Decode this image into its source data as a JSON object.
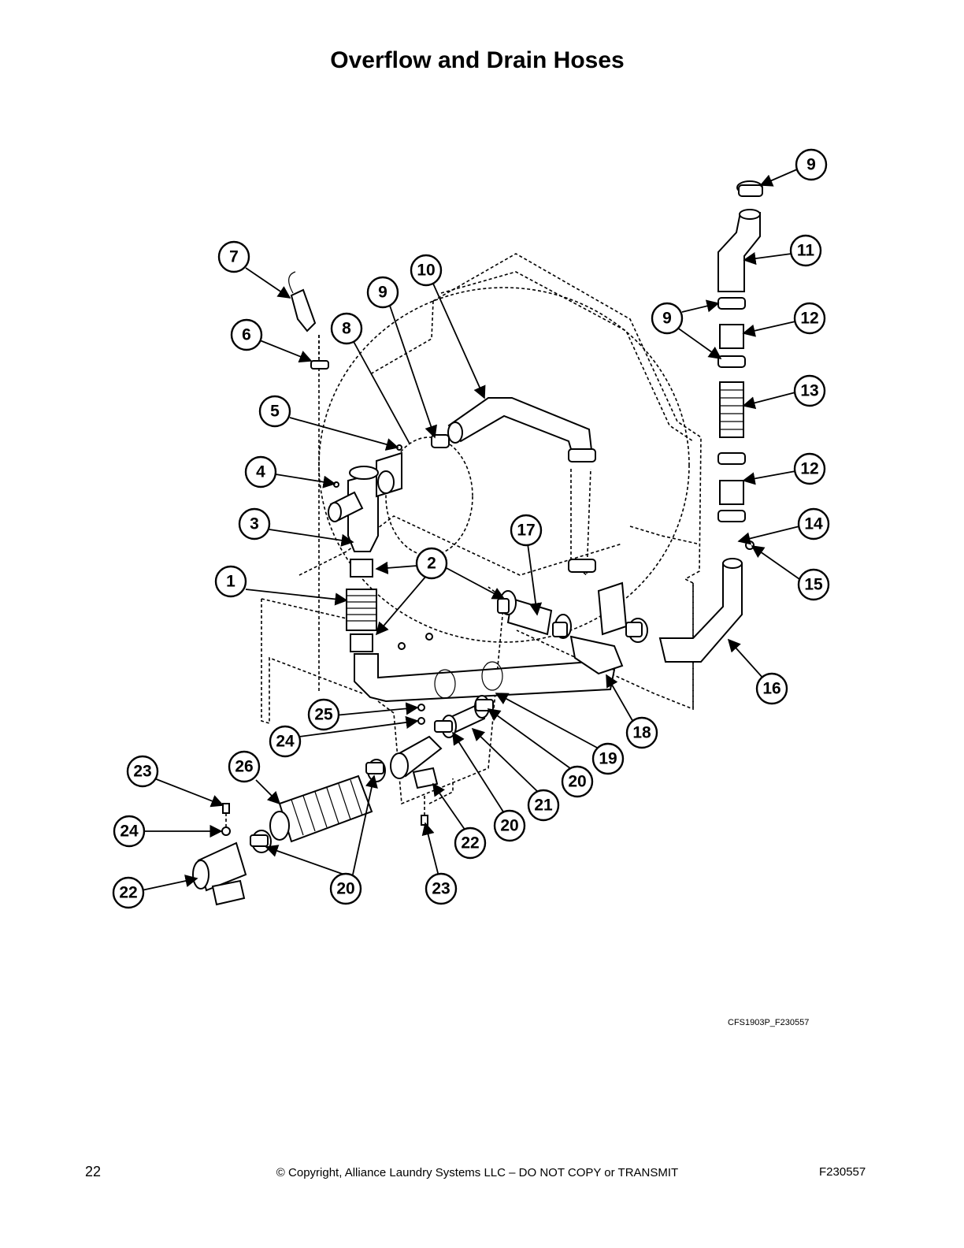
{
  "page": {
    "title": "Overflow and Drain Hoses",
    "figure_code": "CFS1903P_F230557",
    "page_number": "22",
    "copyright": "© Copyright, Alliance Laundry Systems LLC – DO NOT COPY or TRANSMIT",
    "document_number": "F230557"
  },
  "callouts": [
    "1",
    "2",
    "3",
    "4",
    "5",
    "6",
    "7",
    "8",
    "9",
    "10",
    "11",
    "12",
    "13",
    "14",
    "15",
    "16",
    "17",
    "18",
    "19",
    "20",
    "21",
    "22",
    "23",
    "24",
    "25",
    "26"
  ]
}
